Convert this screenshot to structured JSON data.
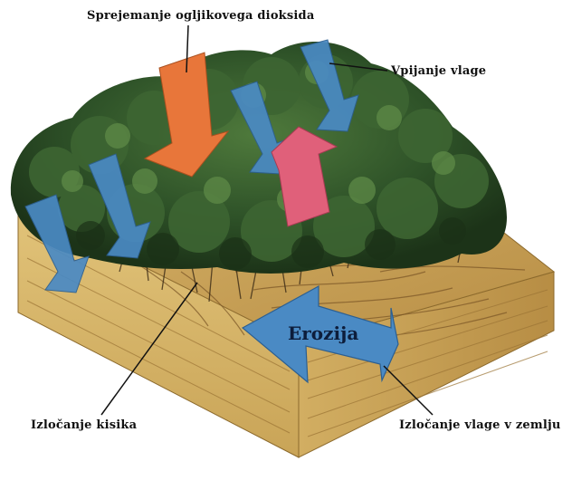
{
  "diagram": {
    "labels": {
      "co2_uptake": "Sprejemanje ogljikovega dioksida",
      "moisture_absorption": "Vpijanje vlage",
      "erosion": "Erozija",
      "oxygen_release": "Izločanje kisika",
      "moisture_release_soil": "Izločanje vlage v zemlju"
    },
    "colors": {
      "co2_arrow": "#e8763a",
      "oxygen_arrow": "#e0607a",
      "water_arrow": "#4a8ac4",
      "forest": "#2b4a26",
      "soil_top": "#c9a35a",
      "soil_side": "#d8b868"
    }
  }
}
